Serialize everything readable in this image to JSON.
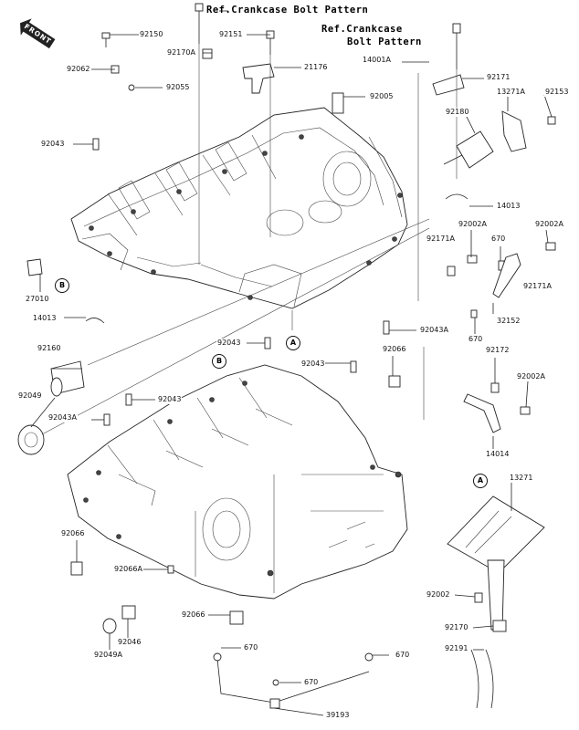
{
  "front_badge": "FRONT",
  "ref_notes": {
    "bolt_pattern_1": "Ref.Crankcase Bolt Pattern",
    "bolt_pattern_2_line1": "Ref.Crankcase",
    "bolt_pattern_2_line2": "Bolt Pattern"
  },
  "markers": {
    "a_top": "A",
    "a_right": "A",
    "b_left": "B",
    "b_lower": "B"
  },
  "labels": {
    "p92150": "92150",
    "p92170A": "92170A",
    "p92151": "92151",
    "p92062": "92062",
    "p92055": "92055",
    "p21176": "21176",
    "p14001A": "14001A",
    "p92171": "92171",
    "p92005": "92005",
    "p13271A": "13271A",
    "p92153": "92153",
    "p92043_top": "92043",
    "p92180": "92180",
    "p14013_right": "14013",
    "p92002A_1": "92002A",
    "p92002A_2": "92002A",
    "p92171A_1": "92171A",
    "p670_a": "670",
    "p92171A_2": "92171A",
    "p27010": "27010",
    "p14013_left": "14013",
    "p32152": "32152",
    "p670_b": "670",
    "p92043A_mid": "92043A",
    "p92043_mid": "92043",
    "p92066_mid": "92066",
    "p92172": "92172",
    "p92160": "92160",
    "p92043_low": "92043",
    "p92049": "92049",
    "p92043A_left": "92043A",
    "p92043_left": "92043",
    "p92002A_3": "92002A",
    "p14014": "14014",
    "p13271": "13271",
    "p92066_left": "92066",
    "p92066A": "92066A",
    "p92002": "92002",
    "p92066_bottom": "92066",
    "p92170": "92170",
    "p92046": "92046",
    "p92049A": "92049A",
    "p92191": "92191",
    "p670_c": "670",
    "p670_d": "670",
    "p670_e": "670",
    "p39193": "39193"
  }
}
